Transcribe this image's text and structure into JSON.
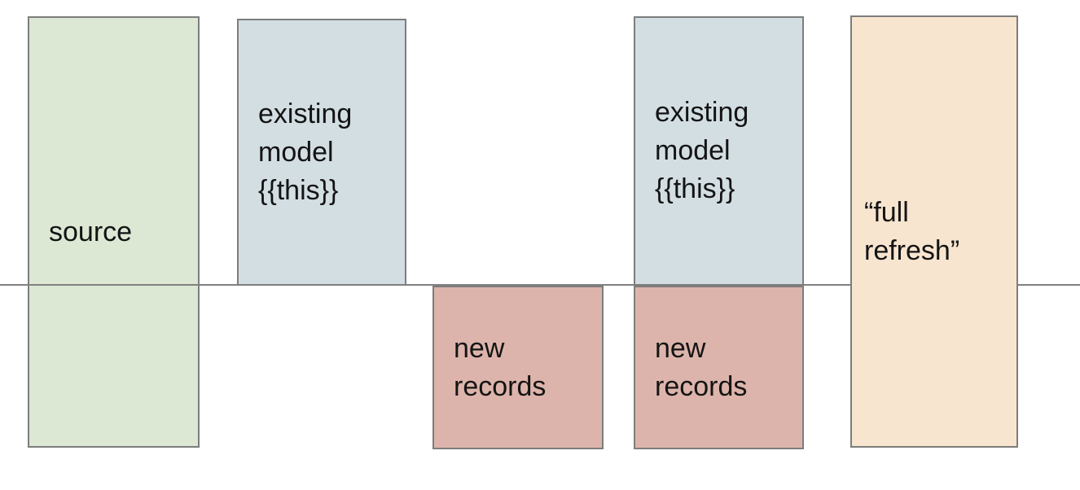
{
  "colors": {
    "background": "#ffffff",
    "border": "#7d7d7d",
    "divider": "#808080",
    "text": "#141414",
    "source_fill": "#dce8d4",
    "existing_model_fill": "#d3dee3",
    "new_records_fill": "#ddb4ab",
    "full_refresh_fill": "#f8e5d0"
  },
  "diagram": {
    "description": "Incremental model diagram: source vs existing model {{this}}, new records, and full refresh, split by a horizontal baseline",
    "boxes": [
      {
        "name": "source",
        "label": "source",
        "fill": "#dce8d4",
        "position": "left, spans above and below baseline"
      },
      {
        "name": "existing-model-left",
        "label": "existing\nmodel\n{{this}}",
        "fill": "#d3dee3",
        "position": "above baseline"
      },
      {
        "name": "new-records-left",
        "label": "new\nrecords",
        "fill": "#ddb4ab",
        "position": "below baseline"
      },
      {
        "name": "existing-model-right",
        "label": "existing\nmodel\n{{this}}",
        "fill": "#d3dee3",
        "position": "above baseline, stacked on new records"
      },
      {
        "name": "new-records-right",
        "label": "new\nrecords",
        "fill": "#ddb4ab",
        "position": "below baseline, stacked under existing model"
      },
      {
        "name": "full-refresh",
        "label": "“full\nrefresh”",
        "fill": "#f8e5d0",
        "position": "right, spans above and below baseline"
      }
    ],
    "divider": {
      "name": "baseline",
      "orientation": "horizontal",
      "color": "#808080"
    }
  }
}
